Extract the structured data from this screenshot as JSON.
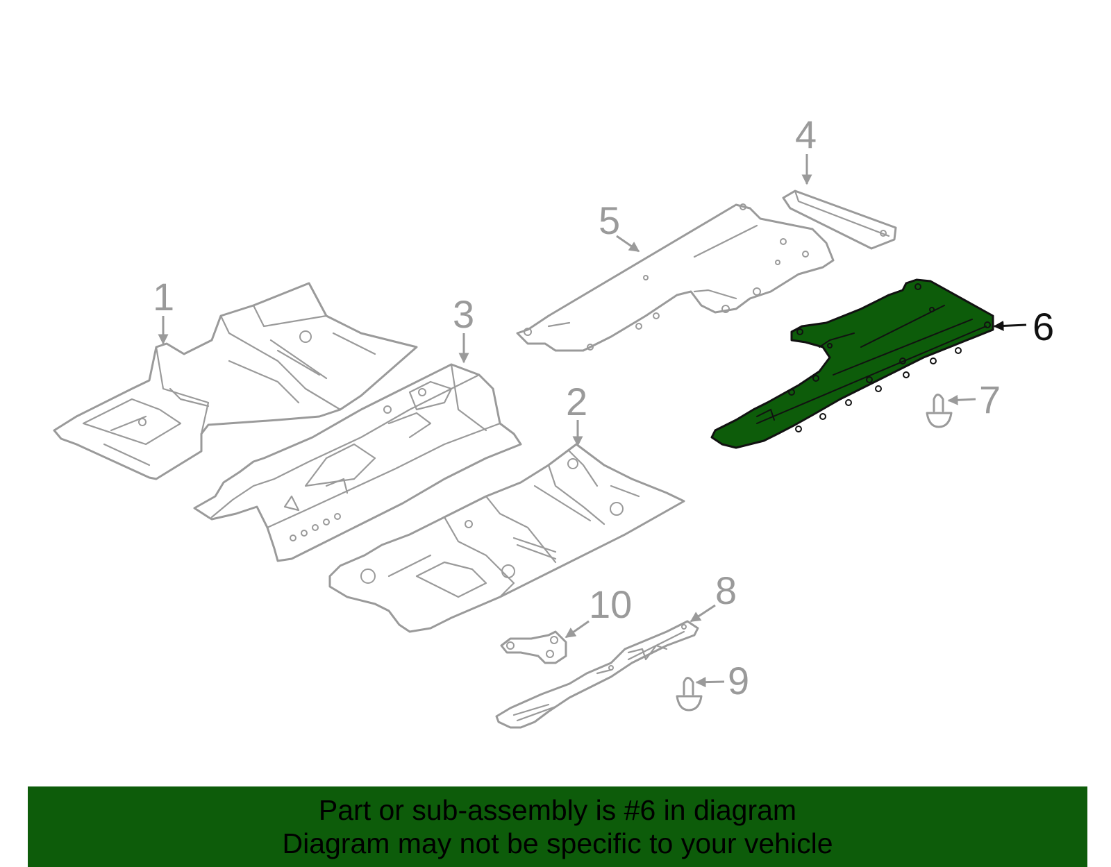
{
  "highlight_color": "#0d5c0a",
  "line_color": "#9a9a9a",
  "highlighted_callout": "6",
  "callouts": {
    "c1": "1",
    "c2": "2",
    "c3": "3",
    "c4": "4",
    "c5": "5",
    "c6": "6",
    "c7": "7",
    "c8": "8",
    "c9": "9",
    "c10": "10"
  },
  "banner": {
    "line1": "Part or sub-assembly is #6 in diagram",
    "line2": "Diagram may not be specific to your vehicle"
  }
}
